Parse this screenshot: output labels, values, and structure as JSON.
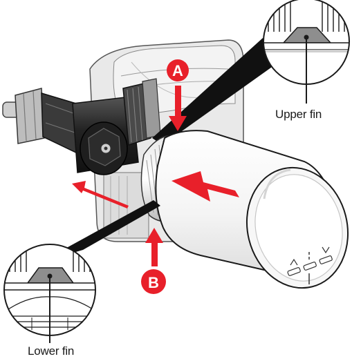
{
  "markers": {
    "a": "A",
    "b": "B"
  },
  "labels": {
    "upper_fin": "Upper fin",
    "lower_fin": "Lower fin"
  },
  "colors": {
    "accent_red": "#e8202a",
    "outline": "#1a1a1a",
    "metal_grey": "#8e8e8e",
    "body_white": "#f6f6f6",
    "dark_part": "#222222"
  }
}
